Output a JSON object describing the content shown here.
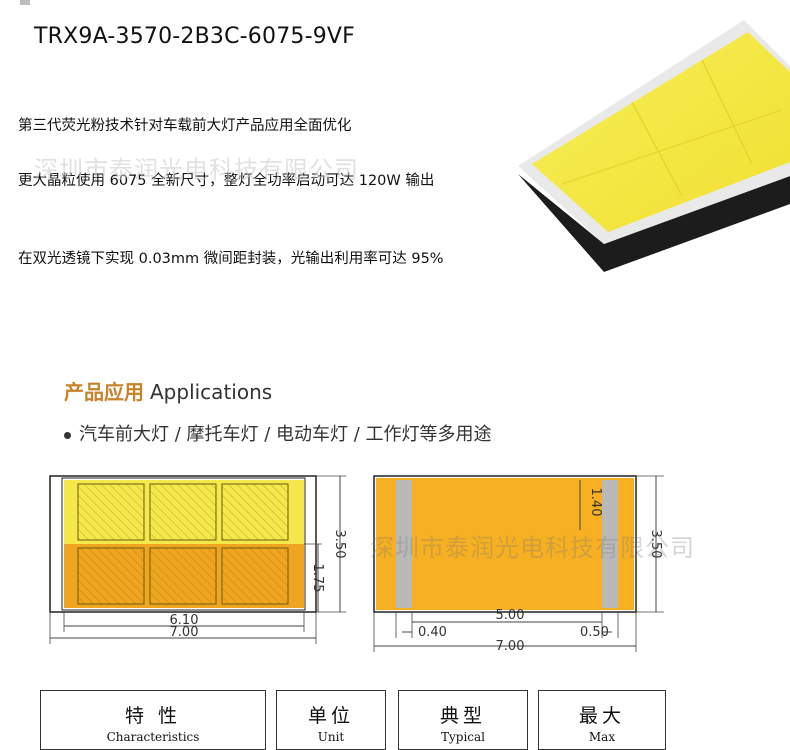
{
  "product": {
    "title": "TRX9A-3570-2B3C-6075-9VF",
    "features": [
      "第三代荧光粉技术针对车载前大灯产品应用全面优化",
      "更大晶粒使用 6075 全新尺寸，整灯全功率启动可达 120W 输出",
      "在双光透镜下实现 0.03mm 微间距封装，光输出利用率可达 95%"
    ]
  },
  "watermarks": {
    "top": "深圳市泰润光电科技有限公司",
    "diagram": "深圳市泰润光电科技有限公司"
  },
  "applications": {
    "title_cn": "产品应用",
    "title_en": "Applications",
    "list": "汽车前大灯 / 摩托车灯 / 电动车灯 / 工作灯等多用途"
  },
  "dimensions": {
    "front": {
      "height_total": "3.50",
      "height_half": "1.75",
      "emit_width": "6.10",
      "total_width": "7.00"
    },
    "back": {
      "pad_gap": "1.40",
      "height_total": "3.50",
      "pad_width_left": "0.40",
      "inner_width": "5.00",
      "pad_width_right": "0.50",
      "total_width": "7.00"
    }
  },
  "colors": {
    "yellow": "#f4e84a",
    "orange": "#f0a521",
    "pad_gray": "#b9b9b9",
    "accent": "#c8832a"
  },
  "table": {
    "headers": [
      {
        "cn": "特 性",
        "en": "Characteristics"
      },
      {
        "cn": "单位",
        "en": "Unit"
      },
      {
        "cn": "典型",
        "en": "Typical"
      },
      {
        "cn": "最大",
        "en": "Max"
      }
    ]
  }
}
